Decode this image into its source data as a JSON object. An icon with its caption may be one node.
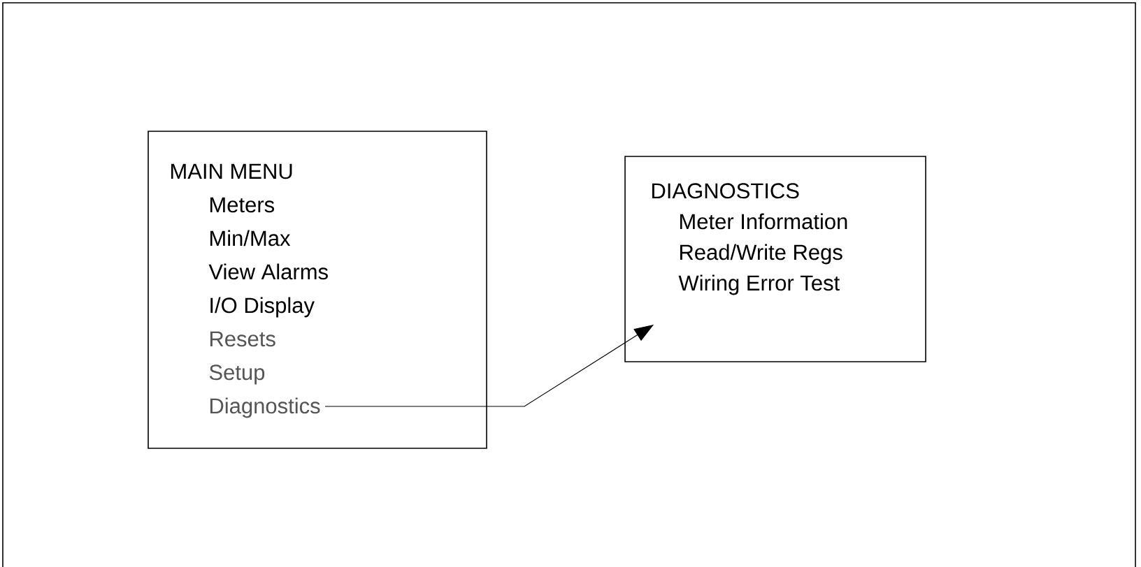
{
  "diagram": {
    "nodes": [
      {
        "text": [
          "MAIN MENU",
          "Meters",
          "Min/Max",
          "View Alarms",
          "I/O Display",
          "Resets",
          "Setup"
        ]
      },
      {
        "text": [
          "Diagnostics"
        ],
        "in": 0
      },
      {
        "text": [
          "DIAGNOSTICS",
          "Meter Information",
          "Read/Write Regs",
          "Wiring Error Test"
        ]
      }
    ],
    "edges": [
      {
        "from": 1,
        "to": 2,
        "arrow": "to"
      }
    ]
  }
}
